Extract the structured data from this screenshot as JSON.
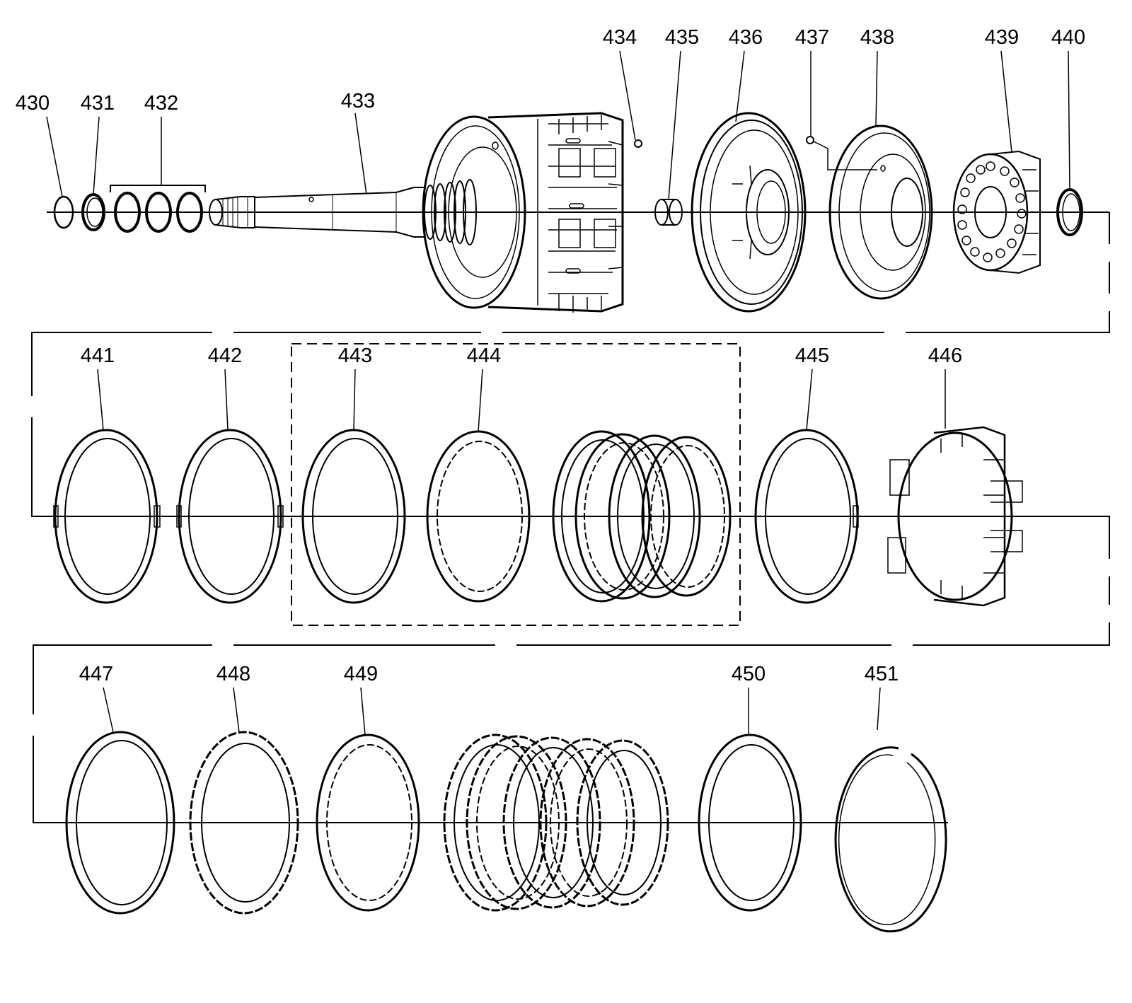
{
  "diagram": {
    "type": "exploded-parts-view",
    "labels": {
      "p430": "430",
      "p431": "431",
      "p432": "432",
      "p433": "433",
      "p434": "434",
      "p435": "435",
      "p436": "436",
      "p437": "437",
      "p438": "438",
      "p439": "439",
      "p440": "440",
      "p441": "441",
      "p442": "442",
      "p443": "443",
      "p444": "444",
      "p445": "445",
      "p446": "446",
      "p447": "447",
      "p448": "448",
      "p449": "449",
      "p450": "450",
      "p451": "451"
    },
    "colors": {
      "line": "#000000",
      "background": "#ffffff"
    }
  }
}
